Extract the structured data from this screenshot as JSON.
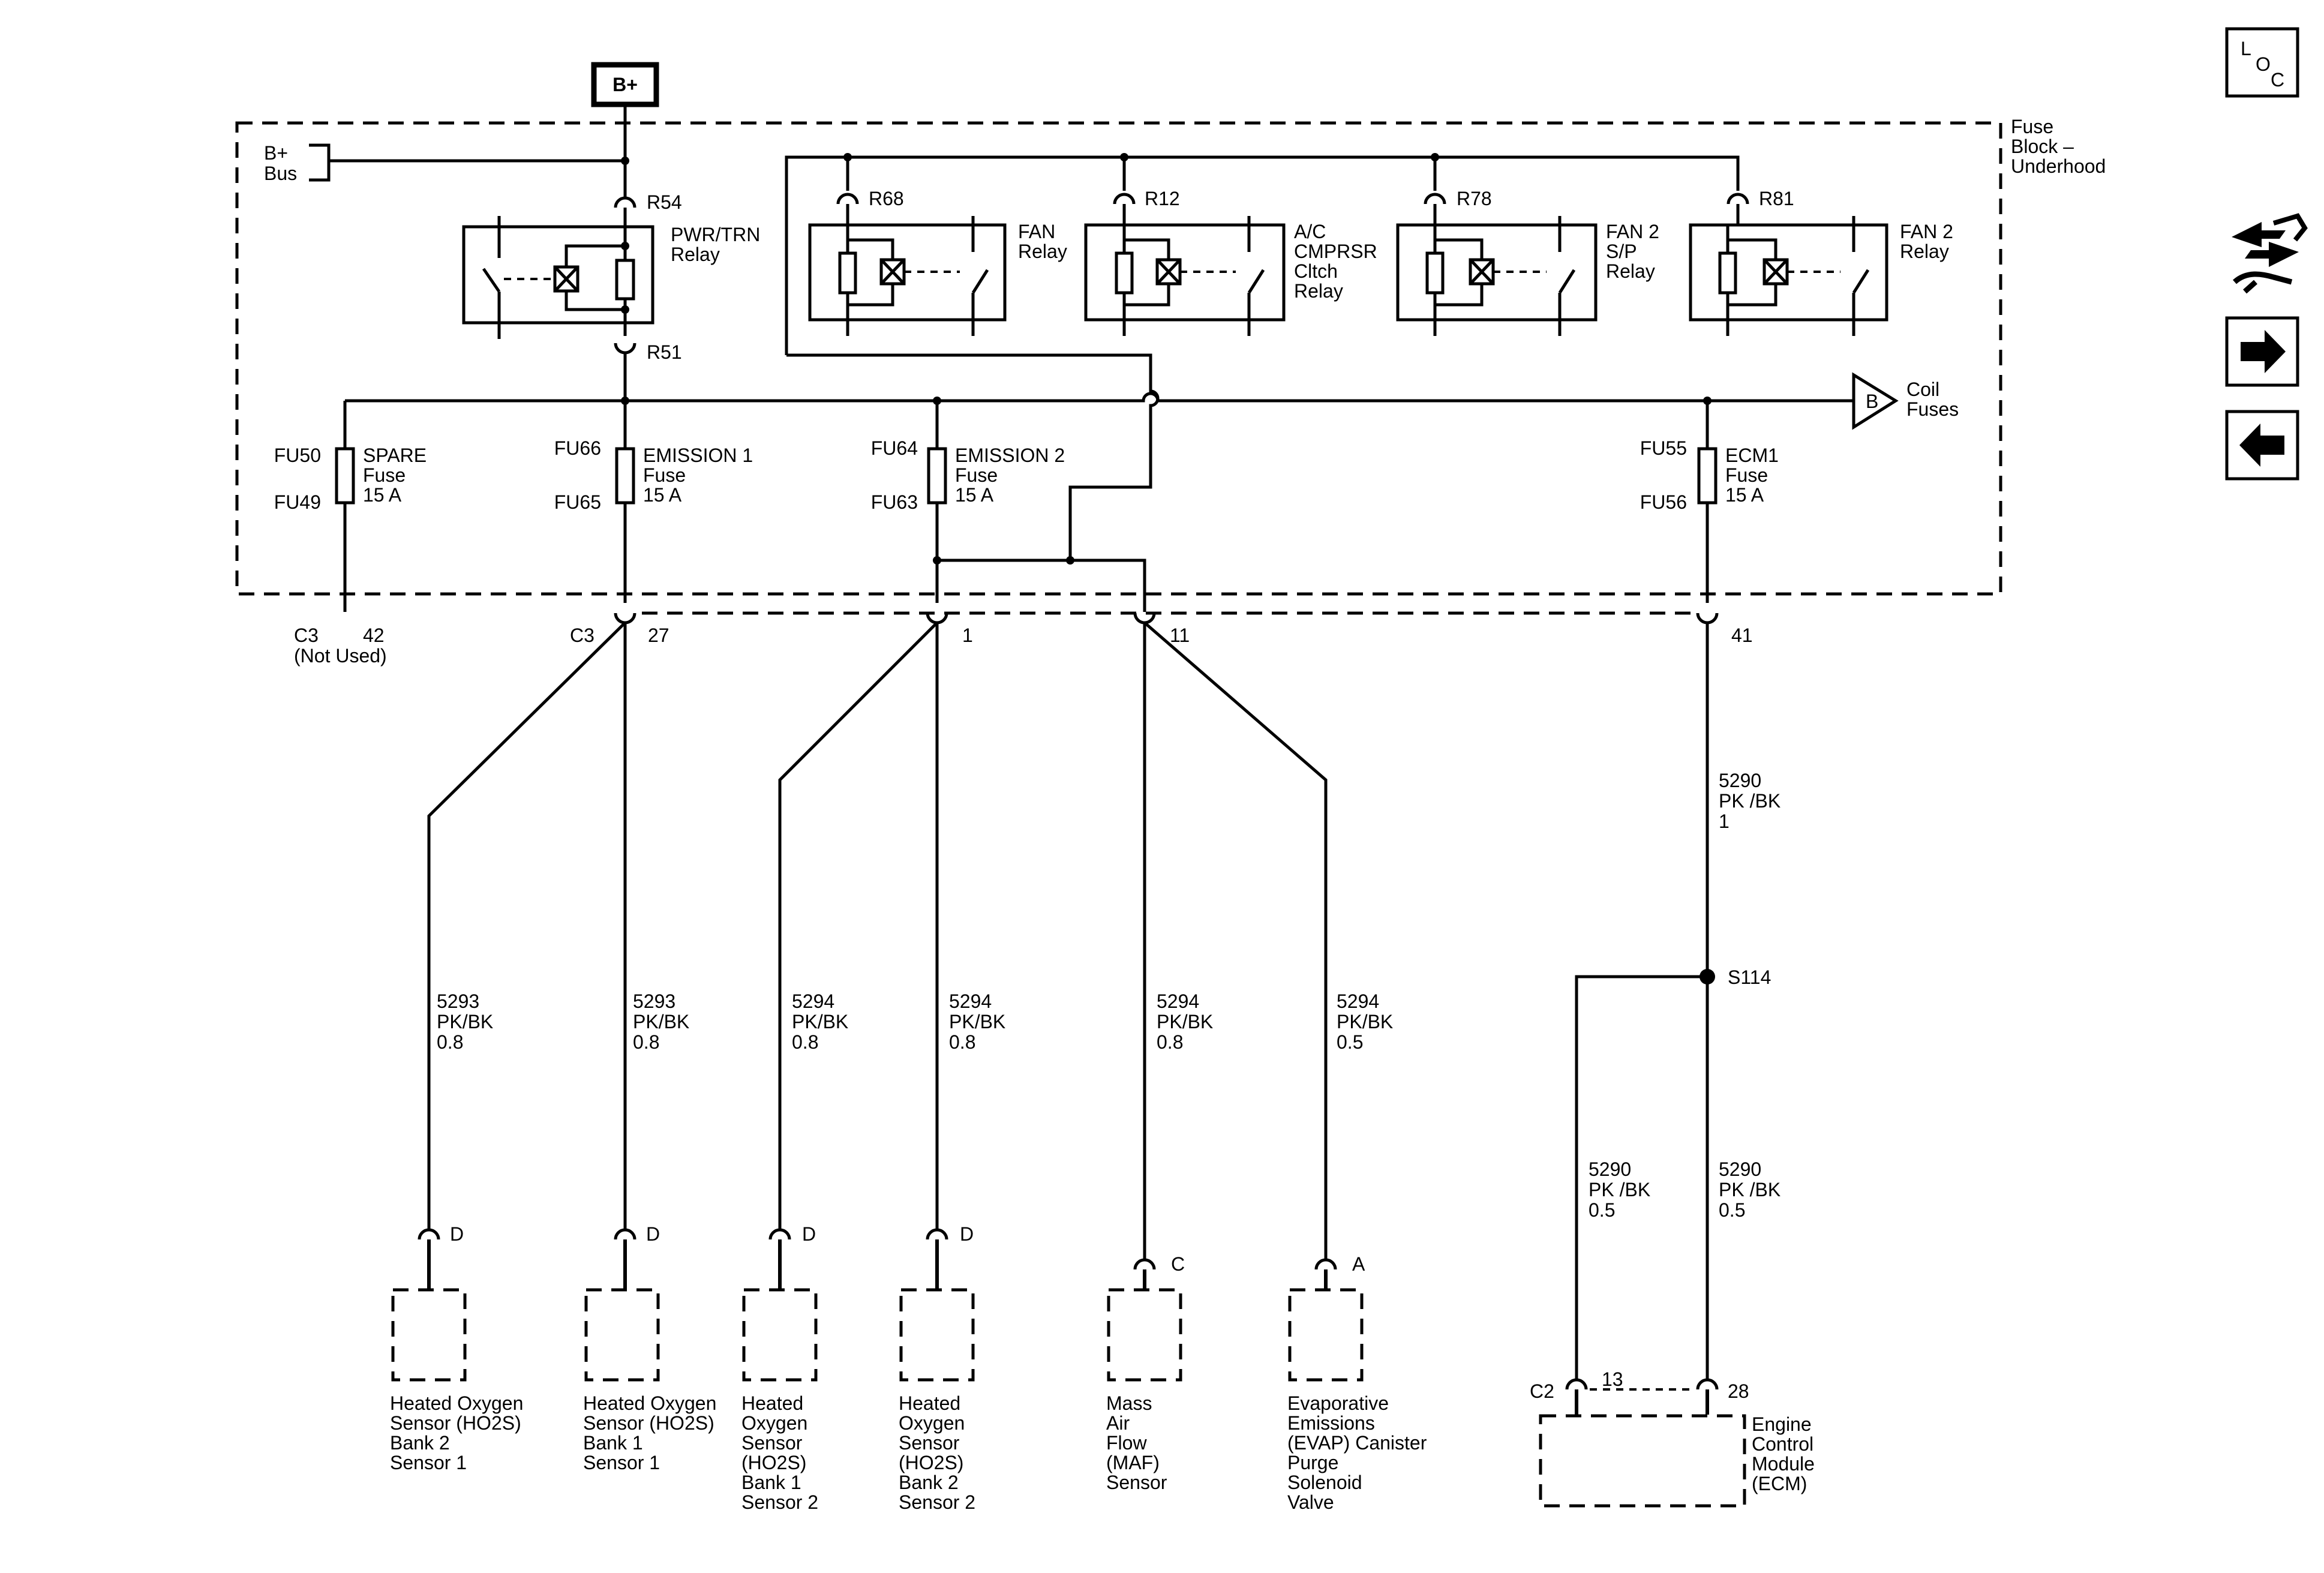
{
  "supply": {
    "battery": "B+",
    "bus": [
      "B+",
      "Bus"
    ]
  },
  "fuse_block": {
    "name": [
      "Fuse",
      "Block –",
      "Underhood"
    ]
  },
  "pwr_relay": {
    "in_terminal": "R54",
    "out_terminal": "R51",
    "name": [
      "PWR/TRN",
      "Relay"
    ]
  },
  "relays": [
    {
      "terminal": "R68",
      "name": [
        "FAN",
        "Relay"
      ]
    },
    {
      "terminal": "R12",
      "name": [
        "A/C",
        "CMPRSR",
        "Cltch",
        "Relay"
      ]
    },
    {
      "terminal": "R78",
      "name": [
        "FAN  2",
        "S/P",
        "Relay"
      ]
    },
    {
      "terminal": "R81",
      "name": [
        "FAN  2",
        "Relay"
      ]
    }
  ],
  "coil": {
    "letter": "B",
    "name": [
      "Coil",
      "Fuses"
    ]
  },
  "fuses": [
    {
      "top": "FU50",
      "bottom": "FU49",
      "name": [
        "SPARE",
        "Fuse",
        "15 A"
      ]
    },
    {
      "top": "FU66",
      "bottom": "FU65",
      "name": [
        "EMISSION 1",
        "Fuse",
        "15 A"
      ]
    },
    {
      "top": "FU64",
      "bottom": "FU63",
      "name": [
        "EMISSION 2",
        "Fuse",
        "15 A"
      ]
    },
    {
      "top": "FU55",
      "bottom": "FU56",
      "name": [
        "ECM1",
        "Fuse",
        "15 A"
      ]
    }
  ],
  "connector_c3": {
    "name": "C3",
    "pins": [
      "42",
      "27",
      "1",
      "11",
      "41"
    ],
    "not_used": "(Not Used)"
  },
  "wires": [
    [
      "5293",
      "PK/BK",
      "0.8"
    ],
    [
      "5293",
      "PK/BK",
      "0.8"
    ],
    [
      "5294",
      "PK/BK",
      "0.8"
    ],
    [
      "5294",
      "PK/BK",
      "0.8"
    ],
    [
      "5294",
      "PK/BK",
      "0.8"
    ],
    [
      "5294",
      "PK/BK",
      "0.5"
    ]
  ],
  "ecm_wires": {
    "top": [
      "5290",
      "PK /BK",
      "1"
    ],
    "left": [
      "5290",
      "PK /BK",
      "0.5"
    ],
    "right": [
      "5290",
      "PK /BK",
      "0.5"
    ],
    "splice": "S114"
  },
  "components": [
    {
      "pin": "D",
      "name": [
        "Heated Oxygen",
        "Sensor (HO2S)",
        "Bank 2",
        "Sensor 1"
      ]
    },
    {
      "pin": "D",
      "name": [
        "Heated Oxygen",
        "Sensor (HO2S)",
        "Bank 1",
        "Sensor 1"
      ]
    },
    {
      "pin": "D",
      "name": [
        "Heated",
        "Oxygen",
        "Sensor",
        "(HO2S)",
        "Bank 1",
        "Sensor 2"
      ]
    },
    {
      "pin": "D",
      "name": [
        "Heated",
        "Oxygen",
        "Sensor",
        "(HO2S)",
        "Bank 2",
        "Sensor 2"
      ]
    },
    {
      "pin": "C",
      "name": [
        "Mass",
        "Air",
        "Flow",
        "(MAF)",
        "Sensor"
      ]
    },
    {
      "pin": "A",
      "name": [
        "Evaporative",
        "Emissions",
        "(EVAP) Canister",
        "Purge",
        "Solenoid",
        "Valve"
      ]
    }
  ],
  "ecm": {
    "connector": "C2",
    "pins": [
      "13",
      "28"
    ],
    "name": [
      "Engine",
      "Control",
      "Module",
      "(ECM)"
    ]
  },
  "nav": {
    "loc": [
      "L",
      "O",
      "C"
    ]
  }
}
